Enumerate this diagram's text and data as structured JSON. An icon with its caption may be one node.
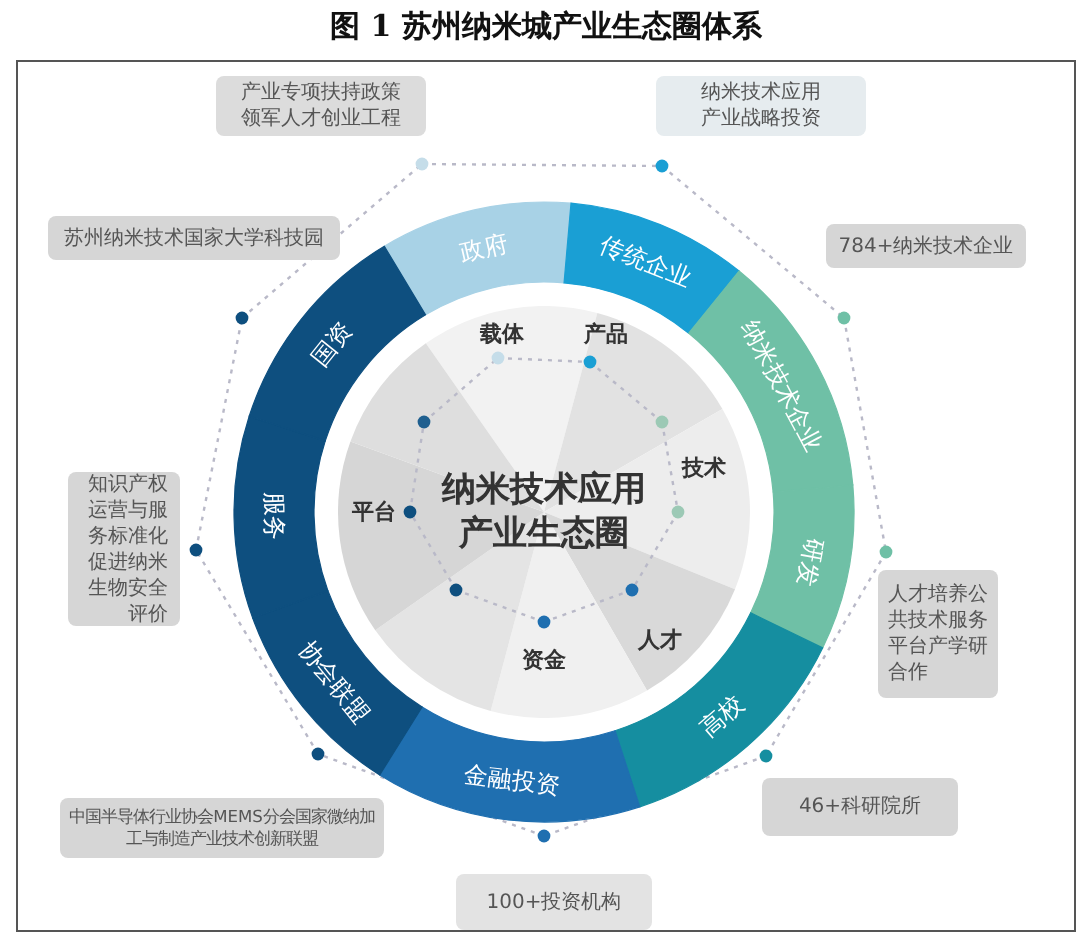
{
  "diagram": {
    "title": "图 1 苏州纳米城产业生态圈体系",
    "nodes": [
      {
        "text": [
          "产业专项扶持政策领军人才创业工程"
        ]
      },
      {
        "text": [
          "纳米技术应用产业战略投资"
        ]
      },
      {
        "text": [
          "苏州纳米技术国家大学科技园"
        ]
      },
      {
        "text": [
          "784+纳米技术企业"
        ]
      },
      {
        "text": [
          "知识产权运营与服务标准化促进纳米生物安全评价"
        ]
      },
      {
        "text": [
          "人才培养公共技术服务平台产学研合作"
        ]
      },
      {
        "text": [
          "中国半导体行业协会MEMS分会国家微纳加工与制造产业技术创新联盟"
        ]
      },
      {
        "text": [
          "46+科研院所"
        ]
      },
      {
        "text": [
          "100+投资机构"
        ]
      },
      {
        "text": [
          "政府"
        ]
      },
      {
        "text": [
          "传统企业"
        ]
      },
      {
        "text": [
          "纳米技术企业"
        ]
      },
      {
        "text": [
          "研发"
        ]
      },
      {
        "text": [
          "高校"
        ]
      },
      {
        "text": [
          "金融投资"
        ]
      },
      {
        "text": [
          "协会联盟"
        ]
      },
      {
        "text": [
          "服务"
        ]
      },
      {
        "text": [
          "国资"
        ]
      },
      {
        "text": [
          "纳米技术应用产业生态圈"
        ]
      }
    ],
    "labels": [
      "载体",
      "产品",
      "技术",
      "平台",
      "人才",
      "资金"
    ]
  }
}
